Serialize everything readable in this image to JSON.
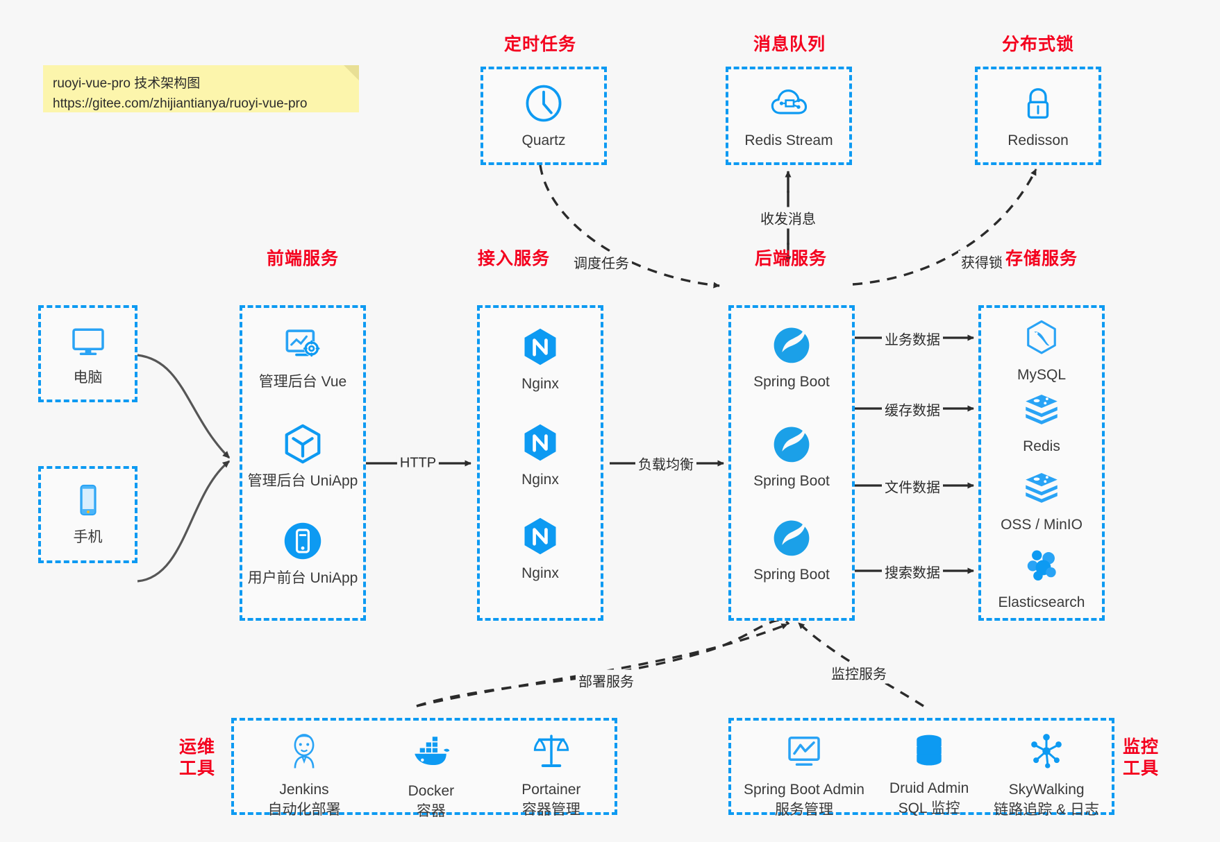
{
  "note": {
    "line1": "ruoyi-vue-pro 技术架构图",
    "line2": "https://gitee.com/zhijiantianya/ruoyi-vue-pro"
  },
  "colors": {
    "dashed_border": "#0d9af2",
    "title_red": "#f4001e",
    "icon_blue": "#0d9af2",
    "background": "#f7f7f7",
    "edge": "#3a3a3a"
  },
  "groups": {
    "scheduler": {
      "title": "定时任务",
      "nodes": [
        {
          "label": "Quartz",
          "icon": "clock-icon"
        }
      ]
    },
    "mq": {
      "title": "消息队列",
      "nodes": [
        {
          "label": "Redis Stream",
          "icon": "cloud-stream-icon"
        }
      ]
    },
    "lock": {
      "title": "分布式锁",
      "nodes": [
        {
          "label": "Redisson",
          "icon": "lock-icon"
        }
      ]
    },
    "clients": {
      "nodes": [
        {
          "label": "电脑",
          "icon": "desktop-icon"
        },
        {
          "label": "手机",
          "icon": "mobile-icon"
        }
      ]
    },
    "frontend": {
      "title": "前端服务",
      "nodes": [
        {
          "label": "管理后台 Vue",
          "icon": "dashboard-icon"
        },
        {
          "label": "管理后台 UniApp",
          "icon": "cube-icon"
        },
        {
          "label": "用户前台 UniApp",
          "icon": "app-icon"
        }
      ]
    },
    "gateway": {
      "title": "接入服务",
      "nodes": [
        {
          "label": "Nginx",
          "icon": "nginx-icon"
        },
        {
          "label": "Nginx",
          "icon": "nginx-icon"
        },
        {
          "label": "Nginx",
          "icon": "nginx-icon"
        }
      ]
    },
    "backend": {
      "title": "后端服务",
      "nodes": [
        {
          "label": "Spring Boot",
          "icon": "spring-boot-icon"
        },
        {
          "label": "Spring Boot",
          "icon": "spring-boot-icon"
        },
        {
          "label": "Spring Boot",
          "icon": "spring-boot-icon"
        }
      ]
    },
    "storage": {
      "title": "存储服务",
      "nodes": [
        {
          "label": "MySQL",
          "icon": "mysql-icon"
        },
        {
          "label": "Redis",
          "icon": "redis-icon"
        },
        {
          "label": "OSS / MinIO",
          "icon": "oss-icon"
        },
        {
          "label": "Elasticsearch",
          "icon": "elasticsearch-icon"
        }
      ]
    },
    "devops": {
      "title": "运维\n工具",
      "title_line1": "运维",
      "title_line2": "工具",
      "nodes": [
        {
          "label": "Jenkins",
          "sub": "自动化部署",
          "icon": "jenkins-icon"
        },
        {
          "label": "Docker",
          "sub": "容器",
          "icon": "docker-icon"
        },
        {
          "label": "Portainer",
          "sub": "容器管理",
          "icon": "scales-icon"
        }
      ]
    },
    "monitor": {
      "title_line1": "监控",
      "title_line2": "工具",
      "nodes": [
        {
          "label": "Spring Boot Admin",
          "sub": "服务管理",
          "icon": "monitor-chart-icon"
        },
        {
          "label": "Druid Admin",
          "sub": "SQL 监控",
          "icon": "database-icon"
        },
        {
          "label": "SkyWalking",
          "sub": "链路追踪 & 日志",
          "icon": "skywalking-icon"
        }
      ]
    }
  },
  "edges": [
    {
      "id": "quartz-backend",
      "label": "调度任务"
    },
    {
      "id": "mq-backend",
      "label": "收发消息"
    },
    {
      "id": "backend-lock",
      "label": "获得锁"
    },
    {
      "id": "frontend-gateway",
      "label": "HTTP"
    },
    {
      "id": "gateway-backend",
      "label": "负载均衡"
    },
    {
      "id": "backend-mysql",
      "label": "业务数据"
    },
    {
      "id": "backend-redis",
      "label": "缓存数据"
    },
    {
      "id": "backend-oss",
      "label": "文件数据"
    },
    {
      "id": "backend-es",
      "label": "搜索数据"
    },
    {
      "id": "devops-backend",
      "label": "部署服务"
    },
    {
      "id": "monitor-backend",
      "label": "监控服务"
    }
  ]
}
